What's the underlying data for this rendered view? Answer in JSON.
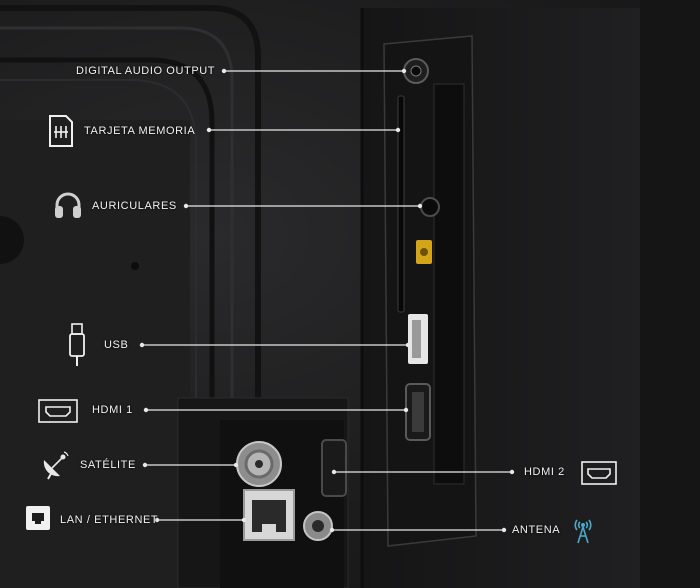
{
  "callouts": {
    "digital_audio": {
      "label": "DIGITAL AUDIO OUTPUT"
    },
    "memory_card": {
      "label": "TARJETA MEMORIA",
      "icon": "sd-card-icon"
    },
    "headphones": {
      "label": "AURICULARES",
      "icon": "headphones-icon"
    },
    "usb": {
      "label": "USB",
      "icon": "usb-icon"
    },
    "hdmi1": {
      "label": "HDMI 1",
      "icon": "hdmi-icon"
    },
    "satellite": {
      "label": "SATÉLITE",
      "icon": "satellite-dish-icon"
    },
    "lan": {
      "label": "LAN / ETHERNET",
      "icon": "ethernet-icon"
    },
    "hdmi2": {
      "label": "HDMI 2",
      "icon": "hdmi-icon"
    },
    "antenna": {
      "label": "ANTENA",
      "icon": "antenna-icon"
    }
  },
  "accent_color": "#4aa8c8",
  "line_color": "#e8e8e8"
}
